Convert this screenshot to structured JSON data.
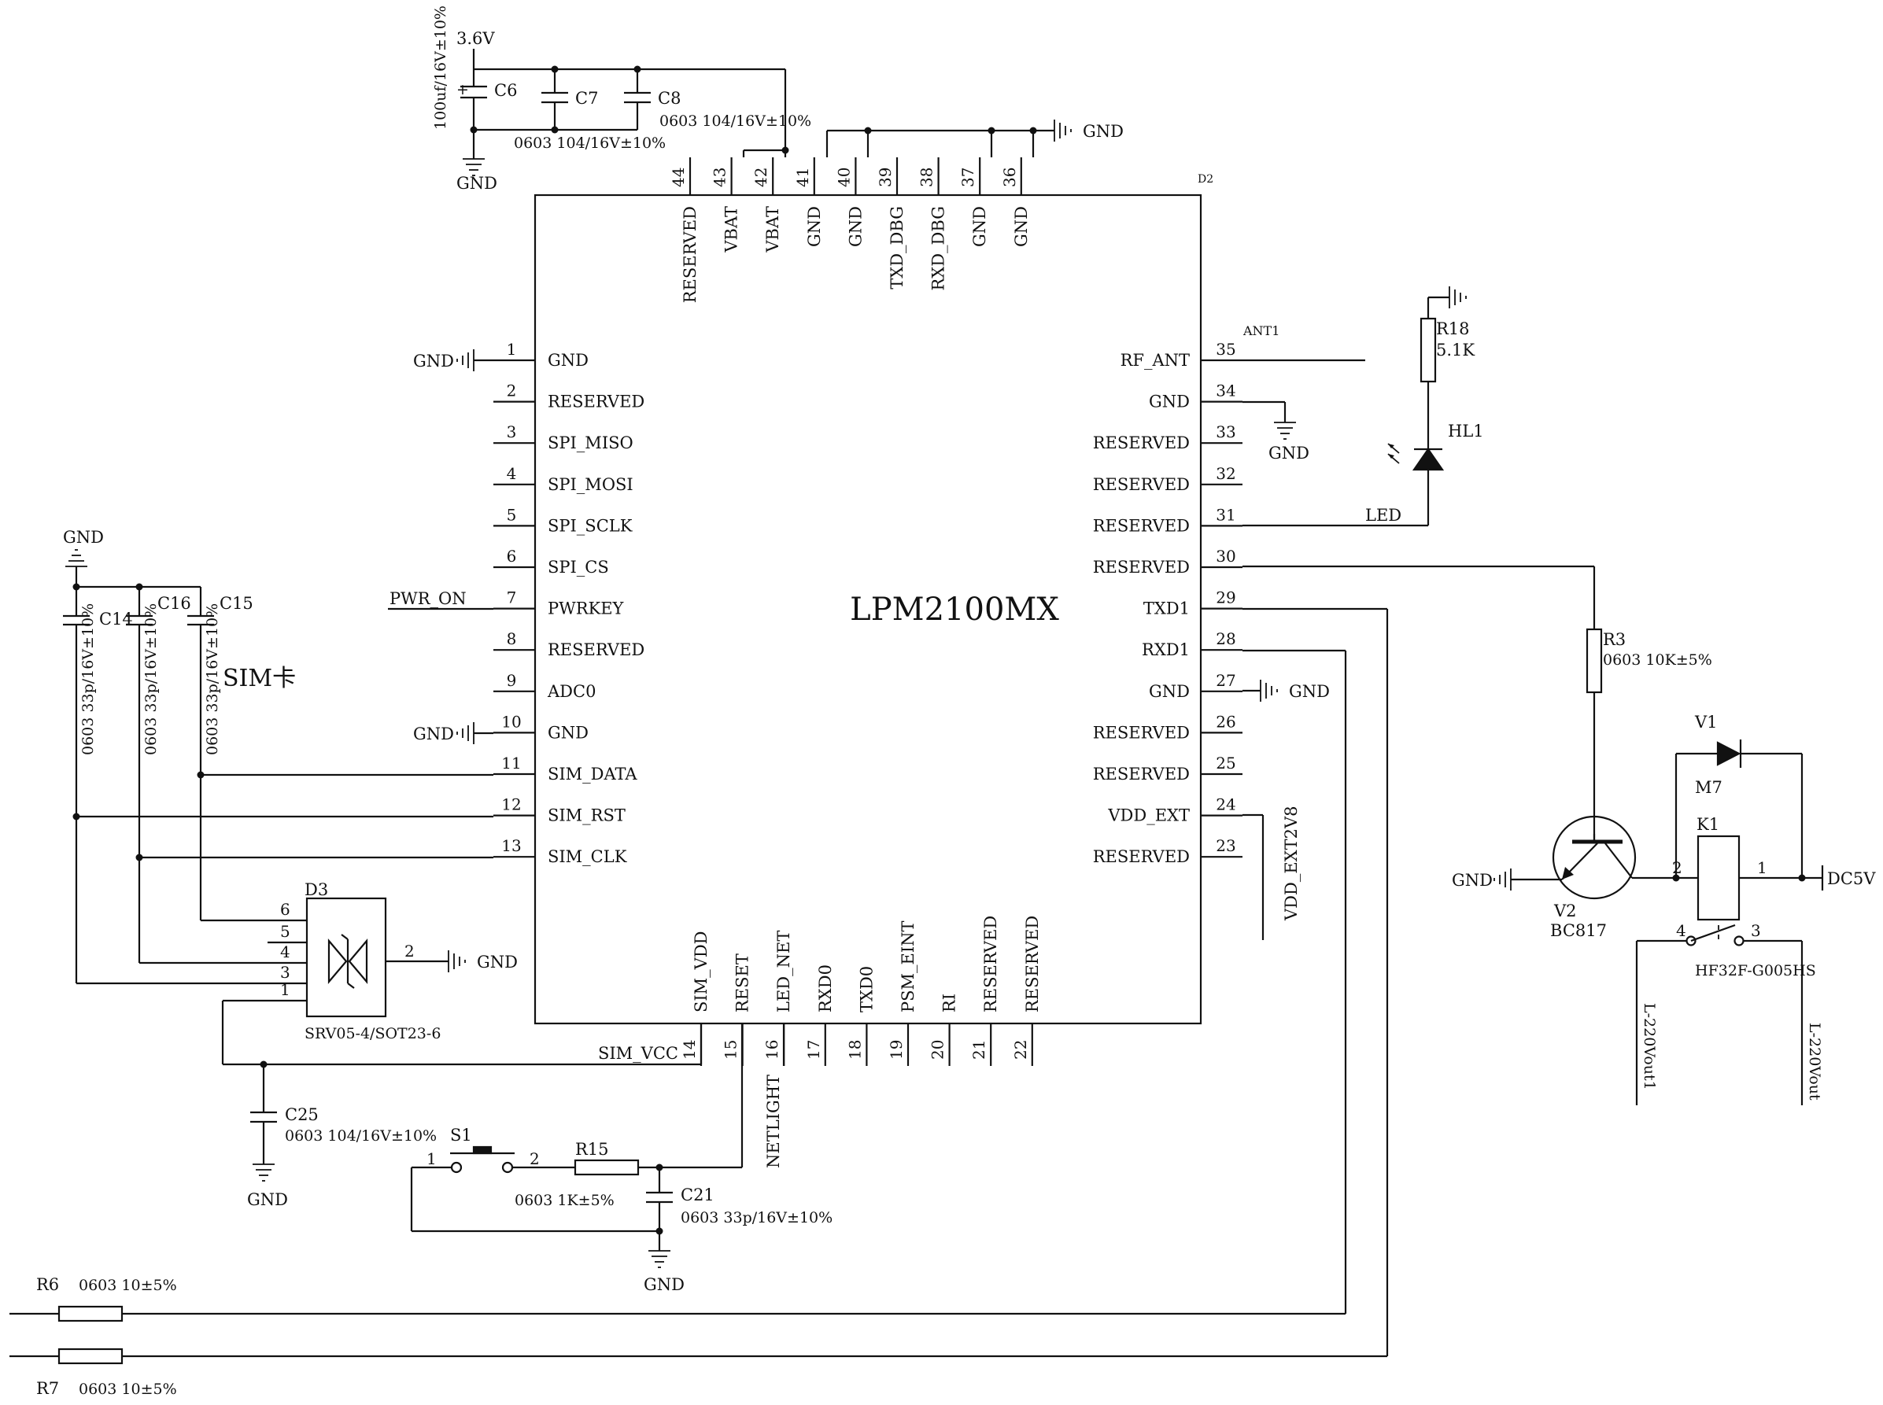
{
  "ic": {
    "ref": "D2",
    "name": "LPM2100MX",
    "left_pins": [
      {
        "num": "1",
        "name": "GND"
      },
      {
        "num": "2",
        "name": "RESERVED"
      },
      {
        "num": "3",
        "name": "SPI_MISO"
      },
      {
        "num": "4",
        "name": "SPI_MOSI"
      },
      {
        "num": "5",
        "name": "SPI_SCLK"
      },
      {
        "num": "6",
        "name": "SPI_CS"
      },
      {
        "num": "7",
        "name": "PWRKEY"
      },
      {
        "num": "8",
        "name": "RESERVED"
      },
      {
        "num": "9",
        "name": "ADC0"
      },
      {
        "num": "10",
        "name": "GND"
      },
      {
        "num": "11",
        "name": "SIM_DATA"
      },
      {
        "num": "12",
        "name": "SIM_RST"
      },
      {
        "num": "13",
        "name": "SIM_CLK"
      }
    ],
    "right_pins": [
      {
        "num": "35",
        "name": "RF_ANT"
      },
      {
        "num": "34",
        "name": "GND"
      },
      {
        "num": "33",
        "name": "RESERVED"
      },
      {
        "num": "32",
        "name": "RESERVED"
      },
      {
        "num": "31",
        "name": "RESERVED"
      },
      {
        "num": "30",
        "name": "RESERVED"
      },
      {
        "num": "29",
        "name": "TXD1"
      },
      {
        "num": "28",
        "name": "RXD1"
      },
      {
        "num": "27",
        "name": "GND"
      },
      {
        "num": "26",
        "name": "RESERVED"
      },
      {
        "num": "25",
        "name": "RESERVED"
      },
      {
        "num": "24",
        "name": "VDD_EXT"
      },
      {
        "num": "23",
        "name": "RESERVED"
      }
    ],
    "top_pins": [
      {
        "num": "44",
        "name": "RESERVED"
      },
      {
        "num": "43",
        "name": "VBAT"
      },
      {
        "num": "42",
        "name": "VBAT"
      },
      {
        "num": "41",
        "name": "GND"
      },
      {
        "num": "40",
        "name": "GND"
      },
      {
        "num": "39",
        "name": "TXD_DBG"
      },
      {
        "num": "38",
        "name": "RXD_DBG"
      },
      {
        "num": "37",
        "name": "GND"
      },
      {
        "num": "36",
        "name": "GND"
      }
    ],
    "bottom_pins": [
      {
        "num": "14",
        "name": "SIM_VDD"
      },
      {
        "num": "15",
        "name": "RESET"
      },
      {
        "num": "16",
        "name": "LED_NET"
      },
      {
        "num": "17",
        "name": "RXD0"
      },
      {
        "num": "18",
        "name": "TXD0"
      },
      {
        "num": "19",
        "name": "PSM_EINT"
      },
      {
        "num": "20",
        "name": "RI"
      },
      {
        "num": "21",
        "name": "RESERVED"
      },
      {
        "num": "22",
        "name": "RESERVED"
      }
    ]
  },
  "nets": {
    "vbat": "3.6V",
    "gnd": "GND",
    "pwr_on": "PWR_ON",
    "ant": "ANT1",
    "led": "LED",
    "sim_vcc": "SIM_VCC",
    "netlight": "NETLIGHT",
    "vdd_ext": "VDD_EXT2V8",
    "dc5v": "DC5V",
    "l_out1": "L-220Vout1",
    "l_out": "L-220Vout",
    "sim_card": "SIM卡"
  },
  "parts": {
    "c6": {
      "ref": "C6",
      "value": "100uf/16V±10%"
    },
    "c7": {
      "ref": "C7",
      "value": "0603 104/16V±10%"
    },
    "c8": {
      "ref": "C8",
      "value": "0603 104/16V±10%"
    },
    "c14": {
      "ref": "C14",
      "value": "0603 33p/16V±10%"
    },
    "c16": {
      "ref": "C16",
      "value": "0603 33p/16V±10%"
    },
    "c15": {
      "ref": "C15",
      "value": "0603 33p/16V±10%"
    },
    "d3": {
      "ref": "D3",
      "value": "SRV05-4/SOT23-6"
    },
    "c25": {
      "ref": "C25",
      "value": "0603 104/16V±10%"
    },
    "s1": {
      "ref": "S1"
    },
    "r15": {
      "ref": "R15",
      "value": "0603 1K±5%"
    },
    "c21": {
      "ref": "C21",
      "value": "0603 33p/16V±10%"
    },
    "r18": {
      "ref": "R18",
      "value": "5.1K"
    },
    "hl1": {
      "ref": "HL1"
    },
    "r3": {
      "ref": "R3",
      "value": "0603 10K±5%"
    },
    "v2": {
      "ref": "V2",
      "value": "BC817"
    },
    "v1": {
      "ref": "V1",
      "value": "M7"
    },
    "k1": {
      "ref": "K1",
      "value": "HF32F-G005HS"
    },
    "r6": {
      "ref": "R6",
      "value": "0603 10±5%"
    },
    "r7": {
      "ref": "R7",
      "value": "0603 10±5%"
    }
  },
  "pin_numbers": {
    "d3": [
      "6",
      "5",
      "4",
      "3",
      "1",
      "2"
    ],
    "s1": [
      "1",
      "2"
    ],
    "k1": [
      "2",
      "1",
      "4",
      "3"
    ]
  }
}
